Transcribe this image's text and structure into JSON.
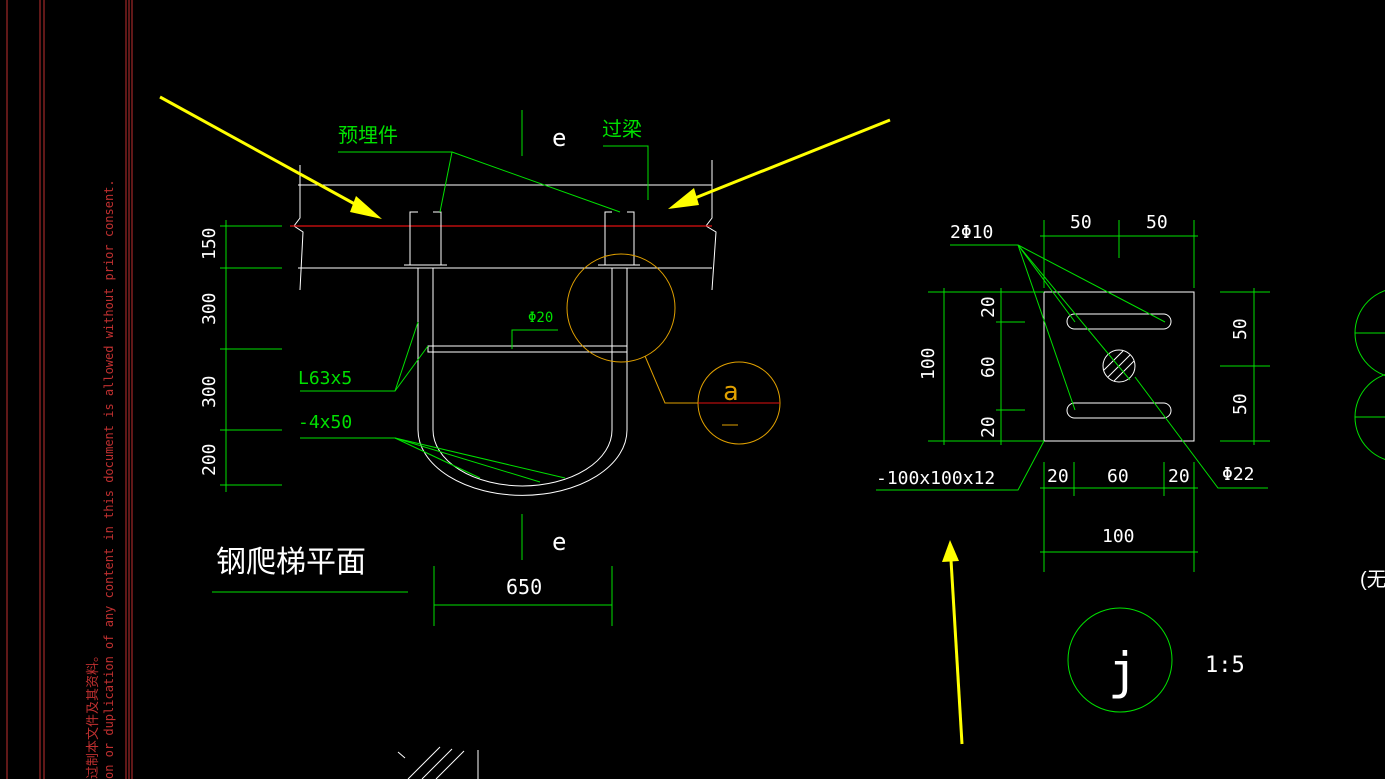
{
  "colors": {
    "background": "#000000",
    "dim": "#00e000",
    "geometry": "#ffffff",
    "embed_line": "#e01010",
    "detail_circle": "#e0a000",
    "arrow": "#ffff00",
    "border": "#c03030"
  },
  "margin_note": {
    "line1": "过制本文件及其资料。",
    "line2": "on or duplication of any content in this document is allowed without prior consent."
  },
  "plan": {
    "title": "钢爬梯平面",
    "label_embed": "预埋件",
    "label_beam": "过梁",
    "section_mark_top": "e",
    "section_mark_bottom": "e",
    "label_rod": "Φ20",
    "label_angle": "L63x5",
    "label_flat": "-4x50",
    "detail_ref": "a",
    "dims_vertical": [
      "150",
      "300",
      "300",
      "200"
    ],
    "dim_width": "650"
  },
  "plate": {
    "label_bars": "2Φ10",
    "top_dims": [
      "50",
      "50"
    ],
    "left_overall": "100",
    "left_dims": [
      "20",
      "60",
      "20"
    ],
    "right_dims": [
      "50",
      "50"
    ],
    "bottom_dims": [
      "20",
      "60",
      "20"
    ],
    "bottom_overall": "100",
    "plate_label": "-100x100x12",
    "hole_label": "Φ22",
    "detail_mark": "j",
    "scale": "1:5"
  },
  "edge_fragment": "(无"
}
